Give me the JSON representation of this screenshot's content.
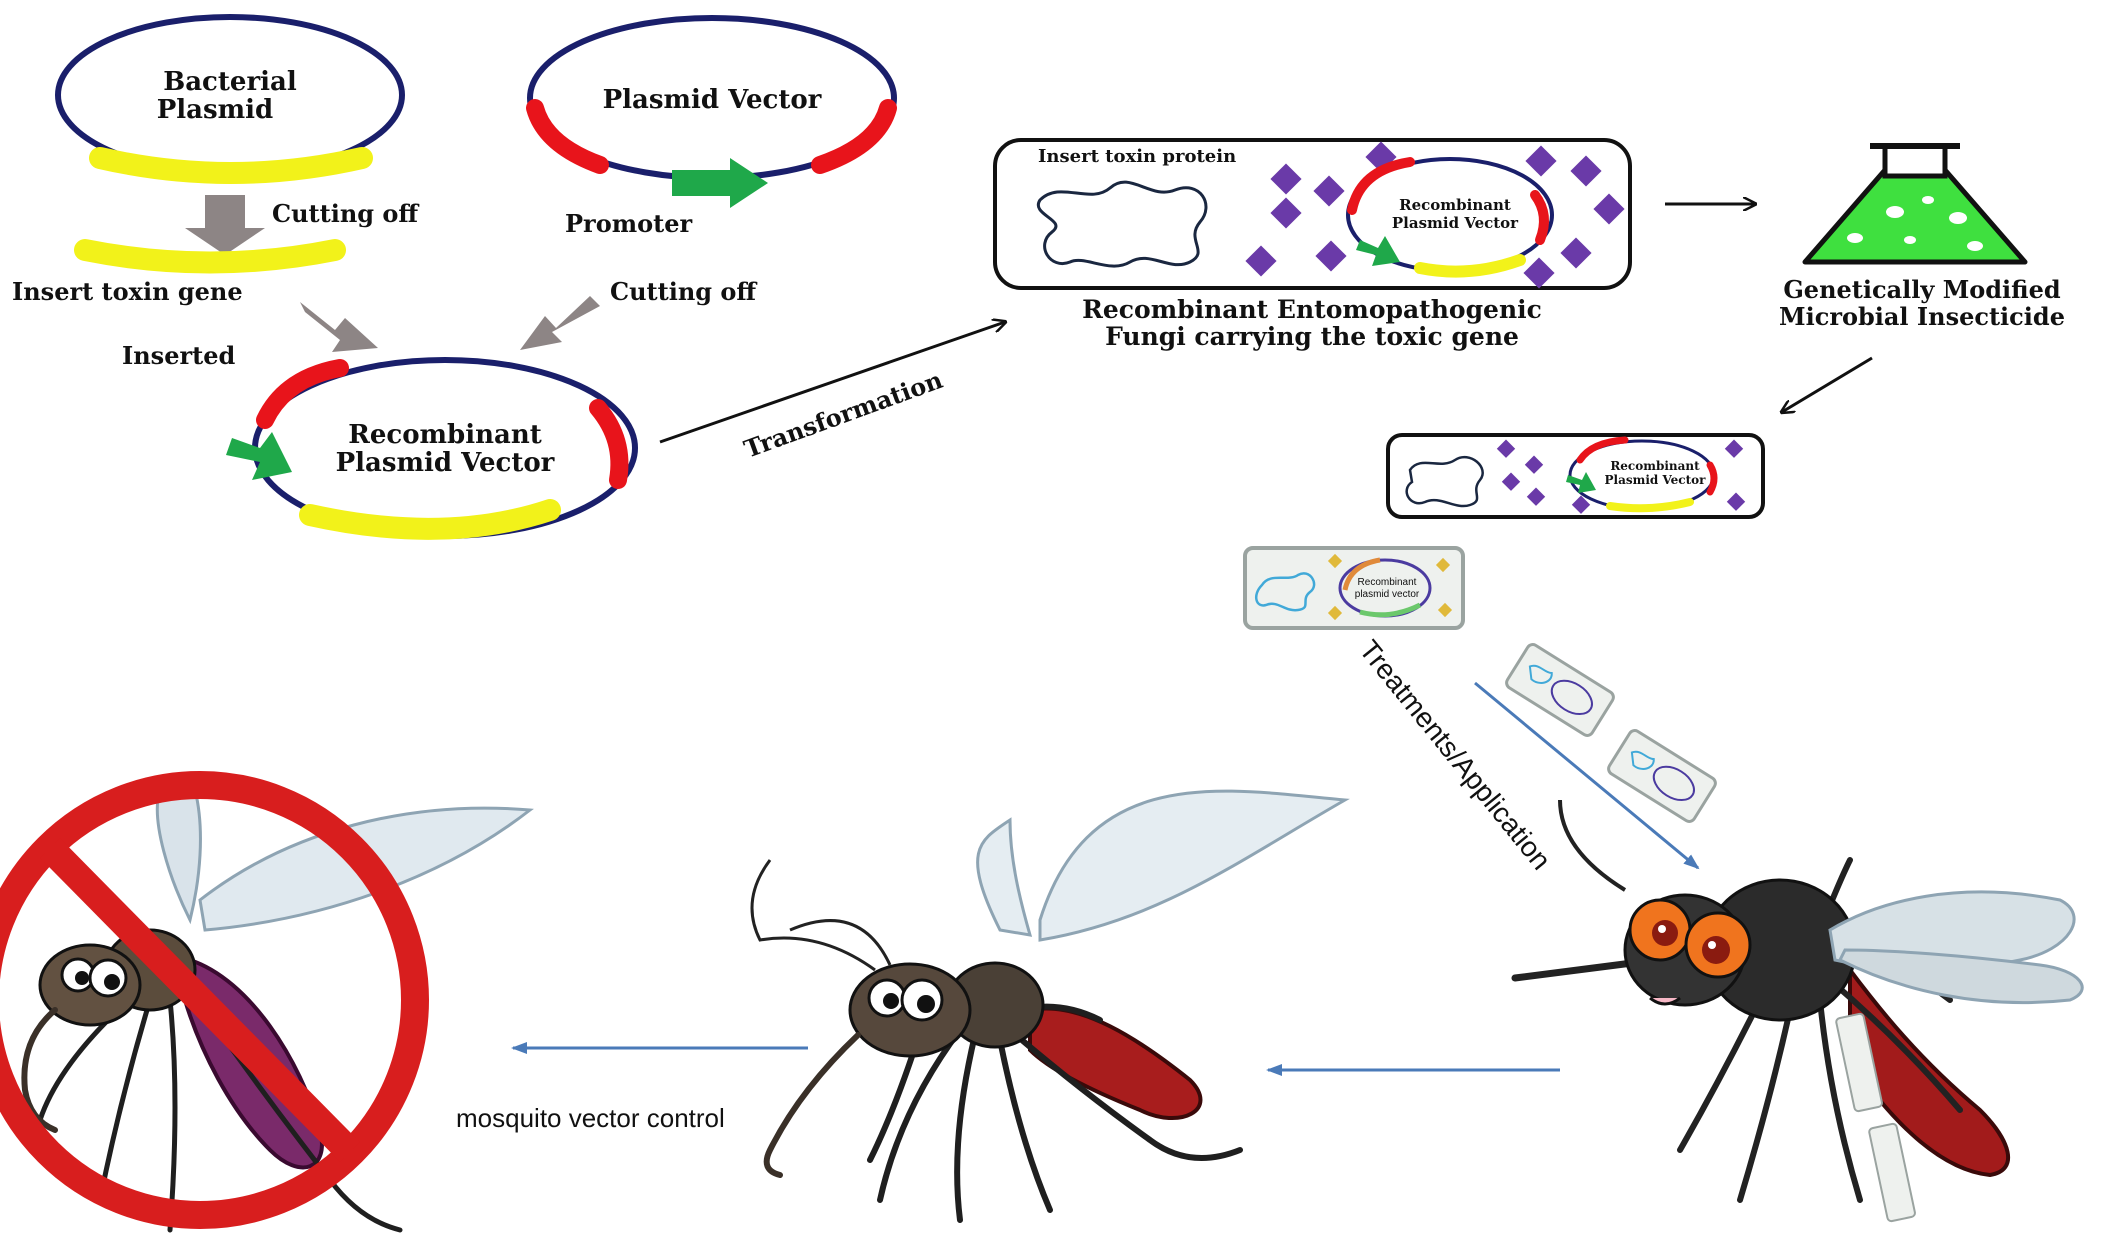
{
  "labels": {
    "bacterial_plasmid_1": "Bacterial",
    "bacterial_plasmid_2": "Plasmid",
    "plasmid_vector": "Plasmid Vector",
    "cutting_off_left": "Cutting off",
    "promoter": "Promoter",
    "insert_toxin_gene": "Insert toxin gene",
    "cutting_off_right": "Cutting off",
    "inserted": "Inserted",
    "recombinant_plasmid_1": "Recombinant",
    "recombinant_plasmid_2": "Plasmid Vector",
    "transformation": "Transformation",
    "insert_toxin_protein": "Insert toxin  protein",
    "box_recombinant_1": "Recombinant",
    "box_recombinant_2": "Plasmid Vector",
    "fungi_caption_1": "Recombinant Entomopathogenic",
    "fungi_caption_2": "Fungi carrying the toxic gene",
    "gm_insecticide_1": "Genetically Modified",
    "gm_insecticide_2": "Microbial Insecticide",
    "small_box_recombinant_1": "Recombinant",
    "small_box_recombinant_2": "Plasmid Vector",
    "tiny_box_recombinant_1": "Recombinant",
    "tiny_box_recombinant_2": "plasmid vector",
    "treatments_application": "Treatments/Application",
    "mosquito_vector_control": "mosquito vector control"
  },
  "colors": {
    "plasmid_ring": "#1a1f6b",
    "insert_gene": "#f2f21a",
    "restriction_site": "#e8141b",
    "promoter_arrow": "#1fa84a",
    "process_arrow": "#8d8585",
    "toxin_molecule": "#6a3aa8",
    "flask_liquid": "#3fe03f",
    "blue_arrow": "#4a7ab8",
    "prohibition": "#d81e1e"
  },
  "icons": [
    "flask-icon",
    "toxin-protein-icon",
    "mosquito-icon",
    "prohibition-icon",
    "toxin-molecule-icon"
  ]
}
